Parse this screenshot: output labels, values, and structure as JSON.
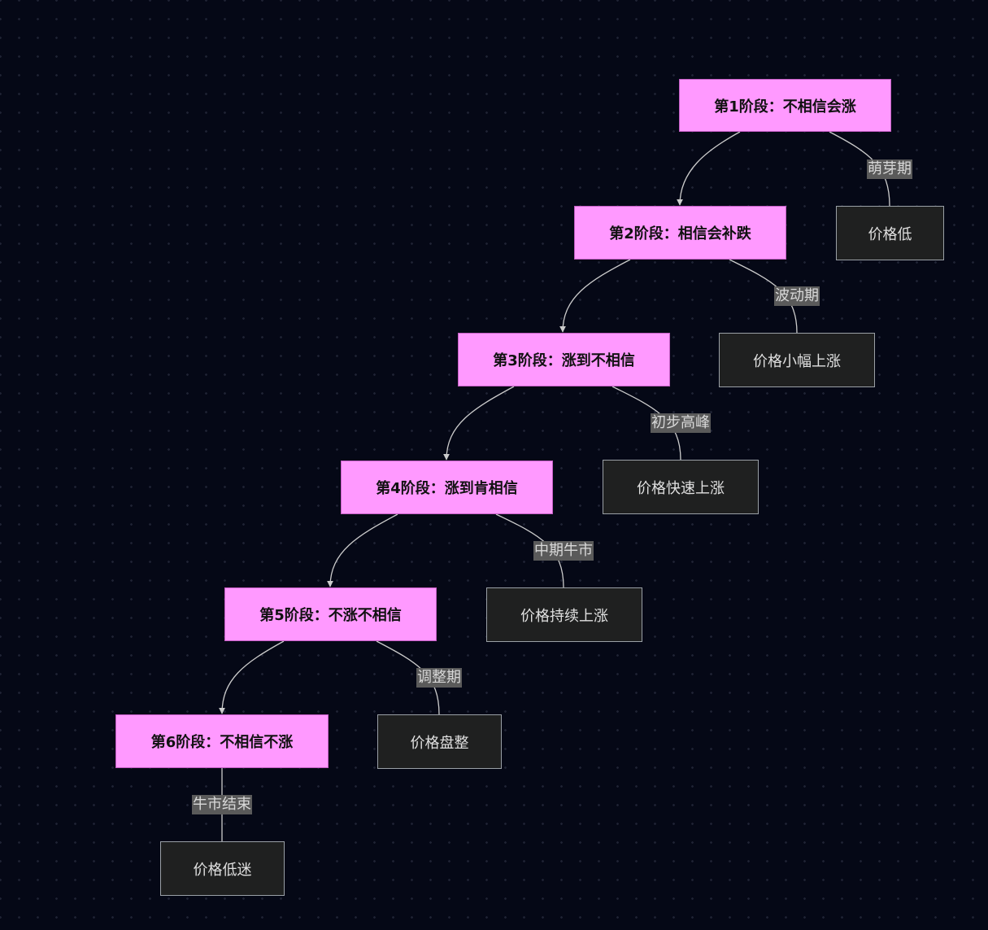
{
  "diagram": {
    "colors": {
      "stage_fill": "#ff99ff",
      "price_fill": "#1f2020",
      "edge": "#cccccc",
      "label_bg": "#5a5a5a",
      "background": "#050816"
    },
    "stages": [
      {
        "label": "第1阶段：不相信会涨",
        "price": "价格低",
        "edge_label": "萌芽期"
      },
      {
        "label": "第2阶段：相信会补跌",
        "price": "价格小幅上涨",
        "edge_label": "波动期"
      },
      {
        "label": "第3阶段：涨到不相信",
        "price": "价格快速上涨",
        "edge_label": "初步高峰"
      },
      {
        "label": "第4阶段：涨到肯相信",
        "price": "价格持续上涨",
        "edge_label": "中期牛市"
      },
      {
        "label": "第5阶段：不涨不相信",
        "price": "价格盘整",
        "edge_label": "调整期"
      },
      {
        "label": "第6阶段：不相信不涨",
        "price": "价格低迷",
        "edge_label": "牛市结束"
      }
    ]
  }
}
